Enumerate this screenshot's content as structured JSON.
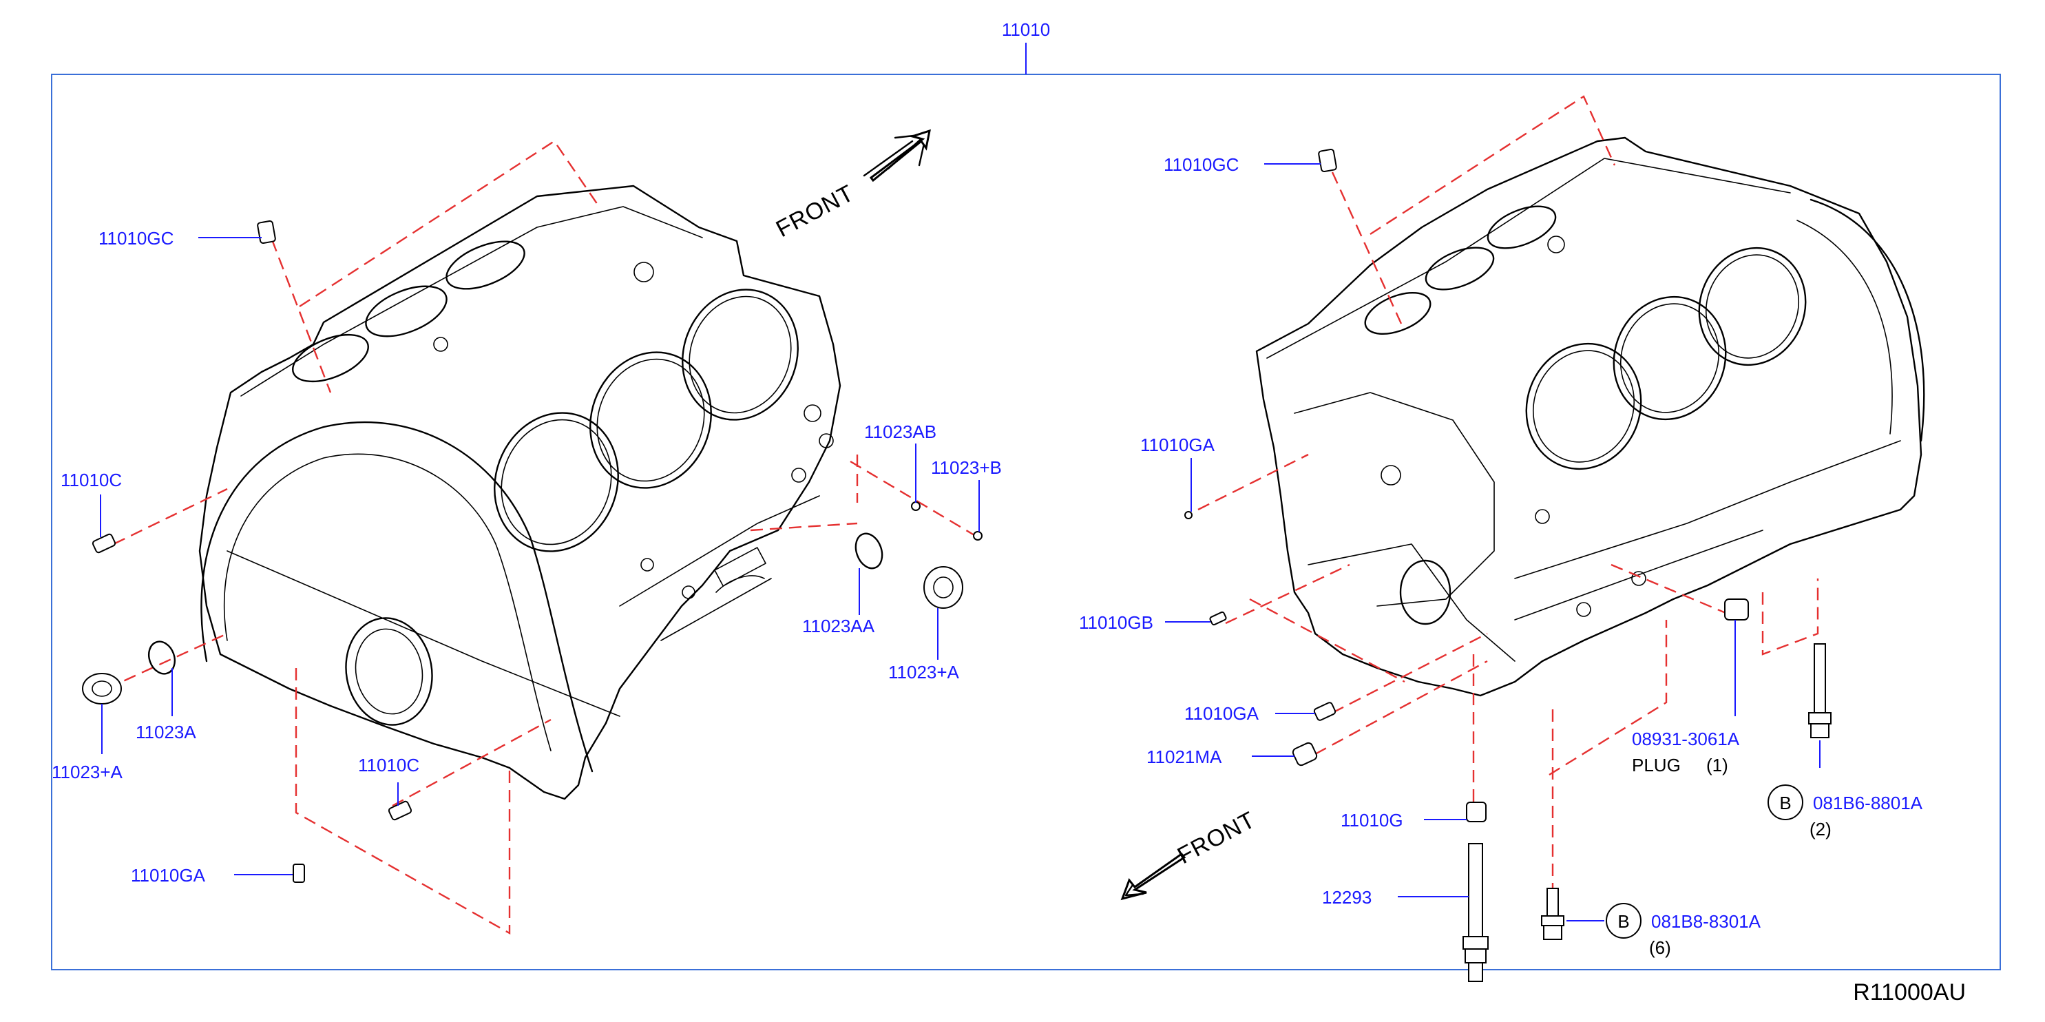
{
  "title_part": "11010",
  "front_label": "FRONT",
  "ref_code": "R11000AU",
  "labels": {
    "l_11010gc_left": "11010GC",
    "l_11010c_left": "11010C",
    "l_11023plus_a_left": "11023+A",
    "l_11023a": "11023A",
    "l_11010c_bottom": "11010C",
    "l_11010ga_bottom": "11010GA",
    "l_11023ab": "11023AB",
    "l_11023plus_b": "11023+B",
    "l_11023aa": "11023AA",
    "l_11023plus_a_mid": "11023+A",
    "l_11010gc_right": "11010GC",
    "l_11010ga_right_top": "11010GA",
    "l_11010gb": "11010GB",
    "l_11010ga_right_mid": "11010GA",
    "l_11021ma": "11021MA",
    "l_11010g": "11010G",
    "l_12293": "12293",
    "l_08931": "08931-3061A",
    "l_081b6": "081B6-8801A",
    "l_081b8": "081B8-8301A"
  },
  "notes": {
    "plug": "PLUG",
    "plug_qty": "(1)",
    "qty_2": "(2)",
    "qty_6": "(6)",
    "circle_b1": "B",
    "circle_b2": "B"
  },
  "colors": {
    "label": "#1a1aff",
    "dash": "#e53030",
    "frame": "#3a6fd8",
    "ink": "#000000"
  }
}
